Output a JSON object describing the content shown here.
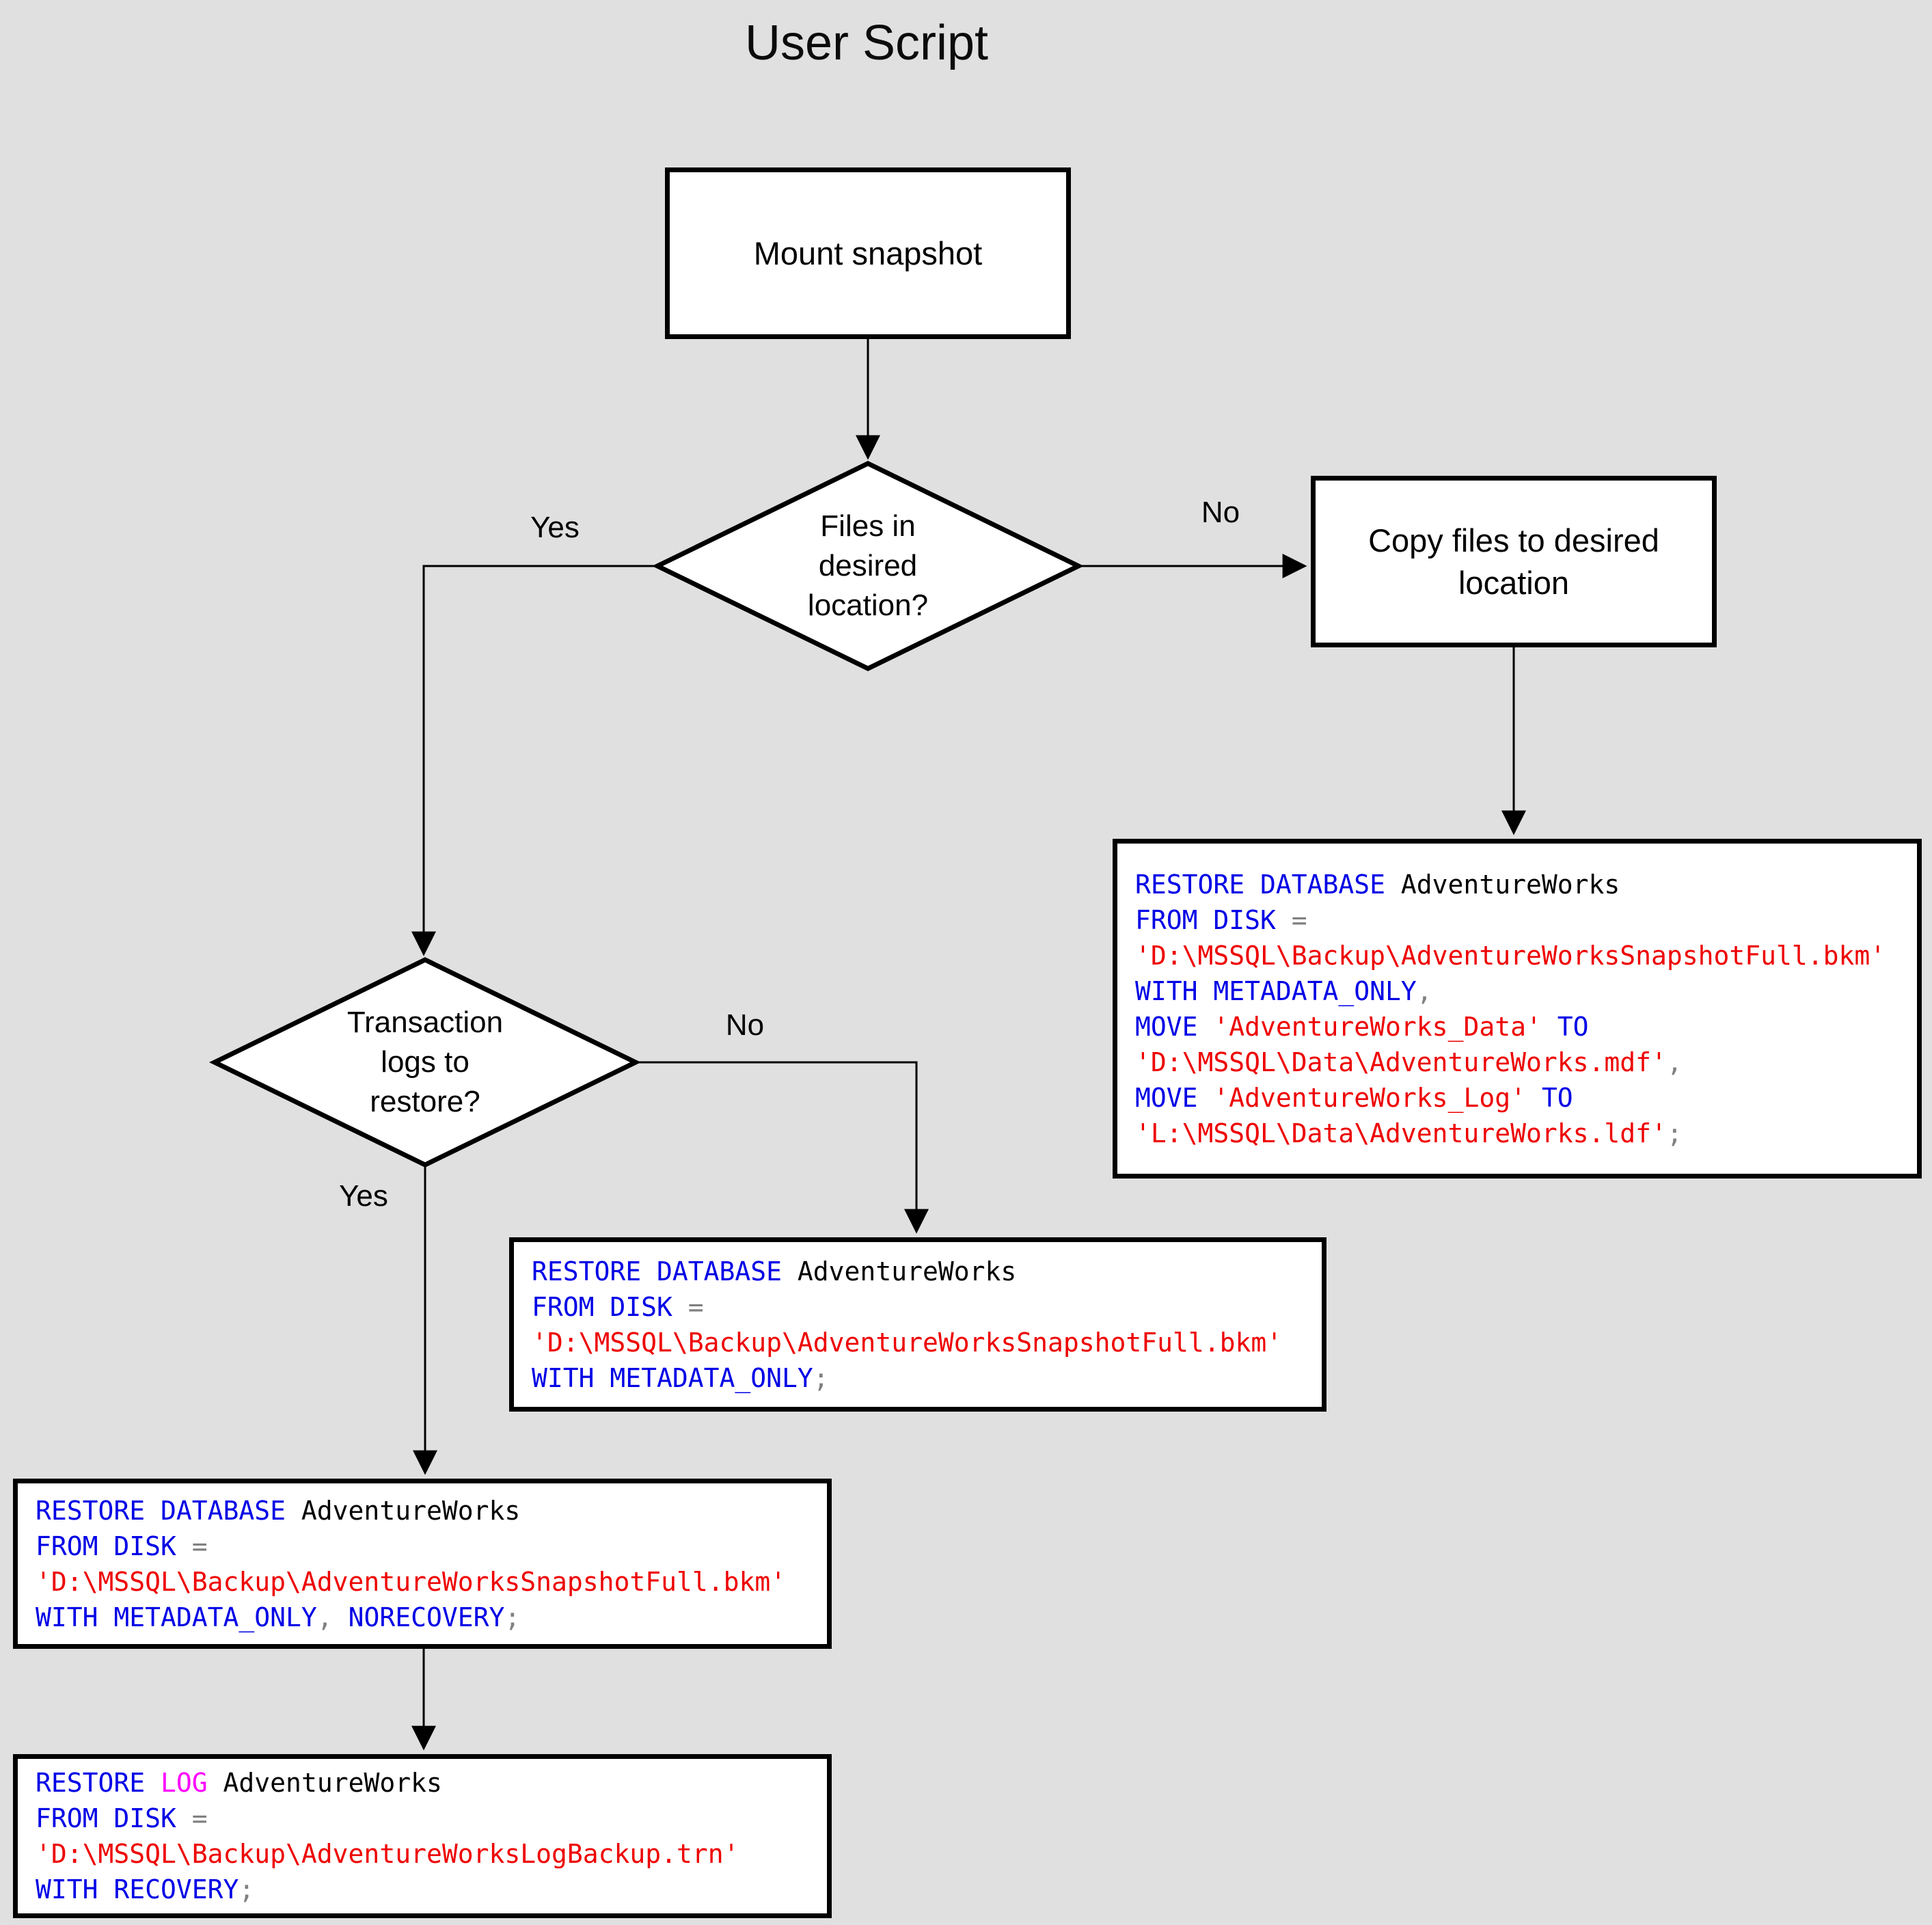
{
  "title": "User Script",
  "colors": {
    "background": "#e0e0e0",
    "shape_fill": "#ffffff",
    "shape_border": "#000000",
    "keyword": "#0000e6",
    "string": "#ee0000",
    "identifier": "#000000",
    "operator": "#808080",
    "log_keyword": "#ff00ff"
  },
  "nodes": {
    "mount": {
      "label": "Mount snapshot"
    },
    "files_decision": {
      "label": "Files in\ndesired\nlocation?"
    },
    "copy": {
      "label": "Copy files to desired\nlocation"
    },
    "logs_decision": {
      "label": "Transaction\nlogs to\nrestore?"
    }
  },
  "edge_labels": {
    "files_yes": "Yes",
    "files_no": "No",
    "logs_no": "No",
    "logs_yes": "Yes"
  },
  "code_boxes": {
    "restore_full_move": {
      "lines": [
        [
          {
            "s": "kw",
            "t": "RESTORE DATABASE"
          },
          {
            "s": "id",
            "t": " AdventureWorks"
          }
        ],
        [
          {
            "s": "kw",
            "t": "FROM DISK"
          },
          {
            "s": "op",
            "t": " ="
          }
        ],
        [
          {
            "s": "str",
            "t": "'D:\\MSSQL\\Backup\\AdventureWorksSnapshotFull.bkm'"
          }
        ],
        [
          {
            "s": "kw",
            "t": "WITH METADATA_ONLY"
          },
          {
            "s": "op",
            "t": ","
          }
        ],
        [
          {
            "s": "kw",
            "t": "MOVE"
          },
          {
            "s": "str",
            "t": " 'AdventureWorks_Data'"
          },
          {
            "s": "kw",
            "t": " TO"
          }
        ],
        [
          {
            "s": "str",
            "t": "'D:\\MSSQL\\Data\\AdventureWorks.mdf'"
          },
          {
            "s": "op",
            "t": ","
          }
        ],
        [
          {
            "s": "kw",
            "t": "MOVE"
          },
          {
            "s": "str",
            "t": " 'AdventureWorks_Log'"
          },
          {
            "s": "kw",
            "t": " TO"
          }
        ],
        [
          {
            "s": "str",
            "t": "'L:\\MSSQL\\Data\\AdventureWorks.ldf'"
          },
          {
            "s": "op",
            "t": ";"
          }
        ]
      ]
    },
    "restore_metadata_only": {
      "lines": [
        [
          {
            "s": "kw",
            "t": "RESTORE DATABASE"
          },
          {
            "s": "id",
            "t": " AdventureWorks"
          }
        ],
        [
          {
            "s": "kw",
            "t": "FROM DISK"
          },
          {
            "s": "op",
            "t": " ="
          }
        ],
        [
          {
            "s": "str",
            "t": "'D:\\MSSQL\\Backup\\AdventureWorksSnapshotFull.bkm'"
          }
        ],
        [
          {
            "s": "kw",
            "t": "WITH METADATA_ONLY"
          },
          {
            "s": "op",
            "t": ";"
          }
        ]
      ]
    },
    "restore_norecovery": {
      "lines": [
        [
          {
            "s": "kw",
            "t": "RESTORE DATABASE"
          },
          {
            "s": "id",
            "t": " AdventureWorks"
          }
        ],
        [
          {
            "s": "kw",
            "t": "FROM DISK"
          },
          {
            "s": "op",
            "t": " ="
          }
        ],
        [
          {
            "s": "str",
            "t": "'D:\\MSSQL\\Backup\\AdventureWorksSnapshotFull.bkm'"
          }
        ],
        [
          {
            "s": "kw",
            "t": "WITH METADATA_ONLY"
          },
          {
            "s": "op",
            "t": ","
          },
          {
            "s": "kw",
            "t": " NORECOVERY"
          },
          {
            "s": "op",
            "t": ";"
          }
        ]
      ]
    },
    "restore_log": {
      "lines": [
        [
          {
            "s": "kw",
            "t": "RESTORE"
          },
          {
            "s": "log",
            "t": " LOG"
          },
          {
            "s": "id",
            "t": " AdventureWorks"
          }
        ],
        [
          {
            "s": "kw",
            "t": "FROM DISK"
          },
          {
            "s": "op",
            "t": " ="
          }
        ],
        [
          {
            "s": "str",
            "t": "'D:\\MSSQL\\Backup\\AdventureWorksLogBackup.trn'"
          }
        ],
        [
          {
            "s": "kw",
            "t": "WITH RECOVERY"
          },
          {
            "s": "op",
            "t": ";"
          }
        ]
      ]
    }
  }
}
